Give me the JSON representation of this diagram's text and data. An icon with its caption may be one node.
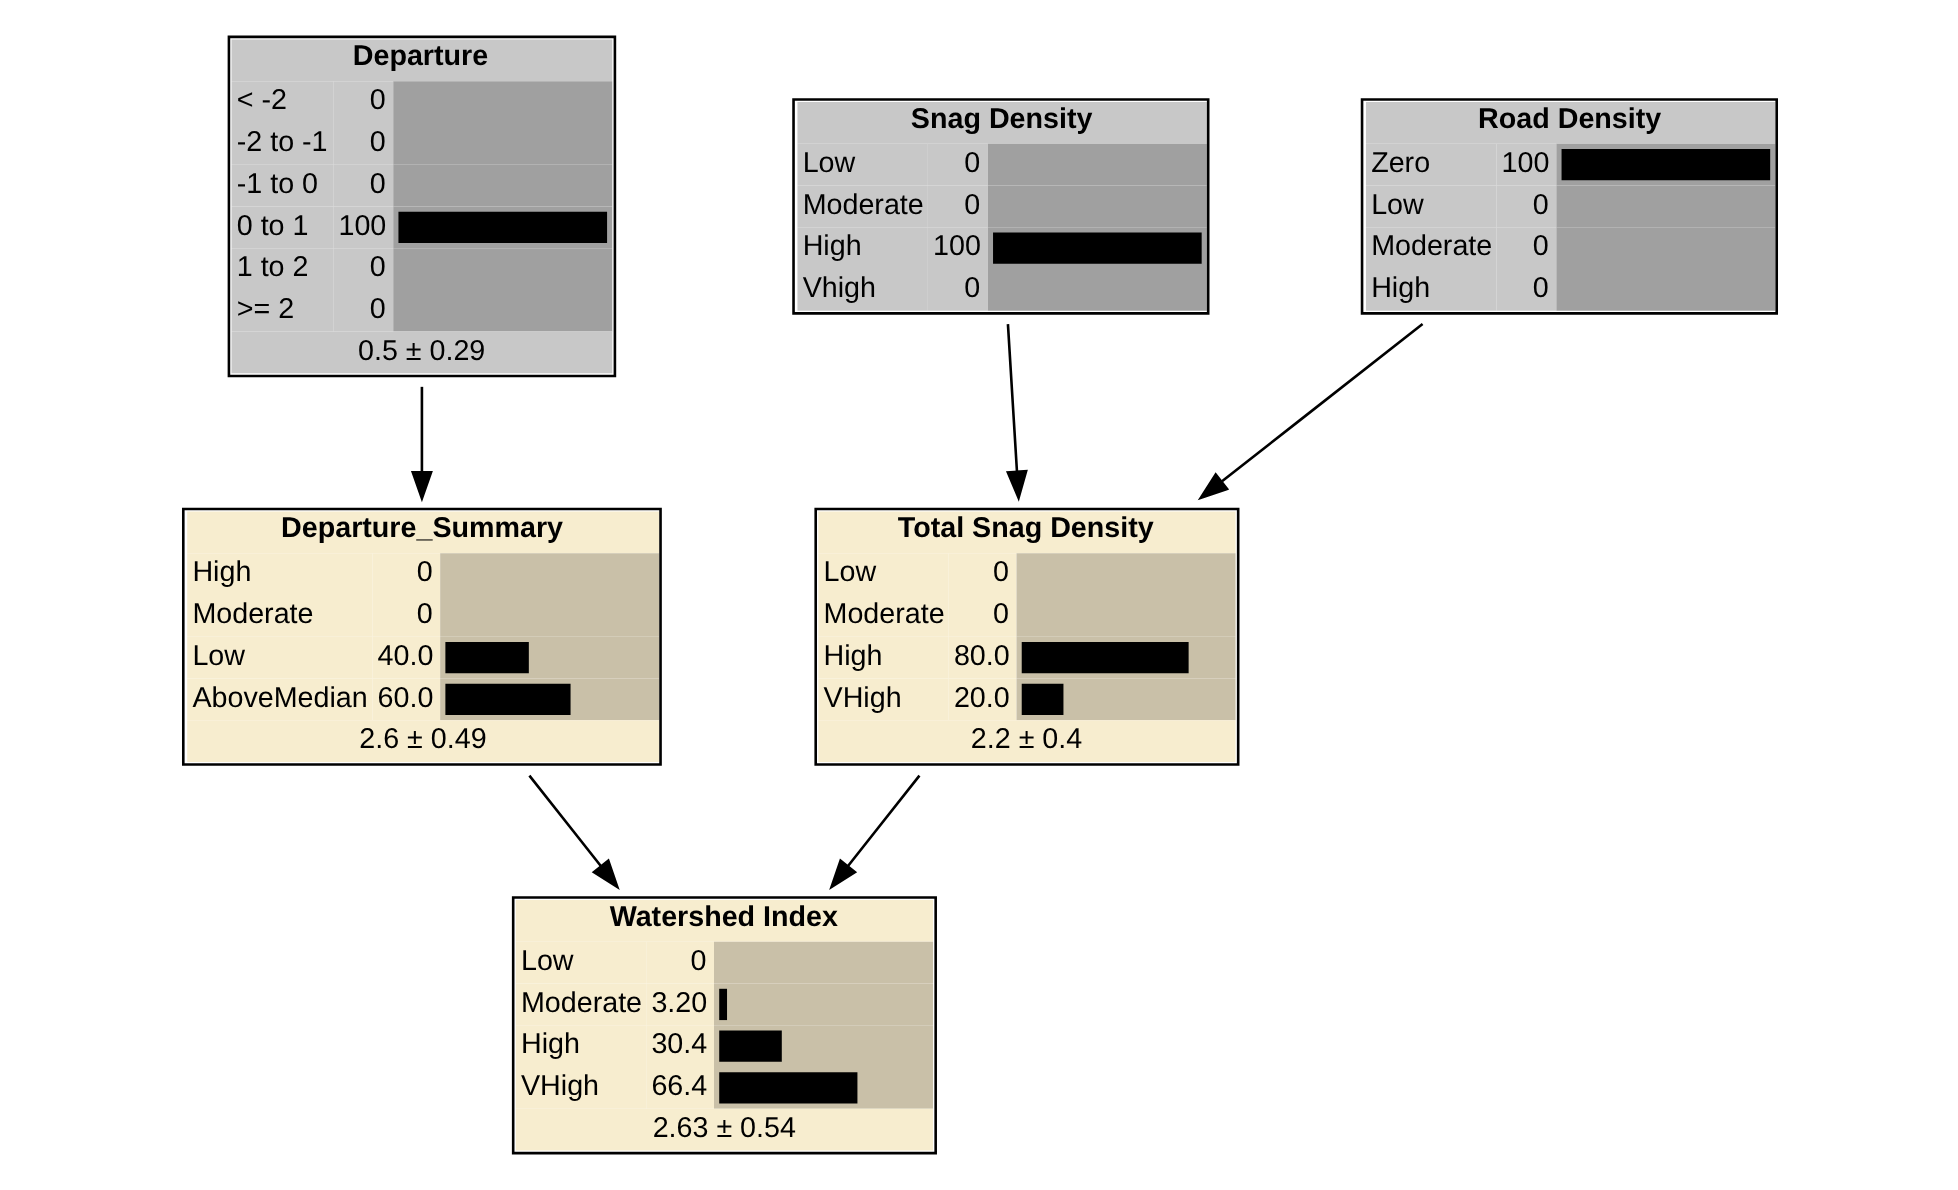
{
  "diagram": {
    "nodes": [
      {
        "text": [
          "Departure",
          "< -2",
          "0",
          "-2 to -1",
          "0",
          "-1 to 0",
          "0",
          "0 to 1",
          "100",
          "1 to 2",
          "0",
          ">= 2",
          "0",
          "0.5 ± 0.29"
        ]
      },
      {
        "text": [
          "Snag Density",
          "Low",
          "0",
          "Moderate",
          "0",
          "High",
          "100",
          "Vhigh",
          "0"
        ]
      },
      {
        "text": [
          "Road Density",
          "Zero",
          "100",
          "Low",
          "0",
          "Moderate",
          "0",
          "High",
          "0"
        ]
      },
      {
        "text": [
          "Total Snag Density",
          "Low",
          "0",
          "Moderate",
          "0",
          "High",
          "80.0",
          "VHigh",
          "20.0",
          "2.2 ± 0.4"
        ]
      },
      {
        "text": [
          "Departure_Summary",
          "High",
          "0",
          "Moderate",
          "0",
          "Low",
          "40.0",
          "AboveMedian",
          "60.0",
          "2.6 ± 0.49"
        ]
      },
      {
        "text": [
          "Watershed Index",
          "Low",
          "0",
          "Moderate",
          "3.20",
          "High",
          "30.4",
          "VHigh",
          "66.4",
          "2.63 ± 0.54"
        ]
      }
    ],
    "edges": [
      {
        "from": 0,
        "to": 4,
        "arrow": "to"
      },
      {
        "from": 1,
        "to": 3,
        "arrow": "to"
      },
      {
        "from": 2,
        "to": 3,
        "arrow": "to"
      },
      {
        "from": 3,
        "to": 5,
        "arrow": "to"
      },
      {
        "from": 4,
        "to": 5,
        "arrow": "to"
      }
    ]
  }
}
